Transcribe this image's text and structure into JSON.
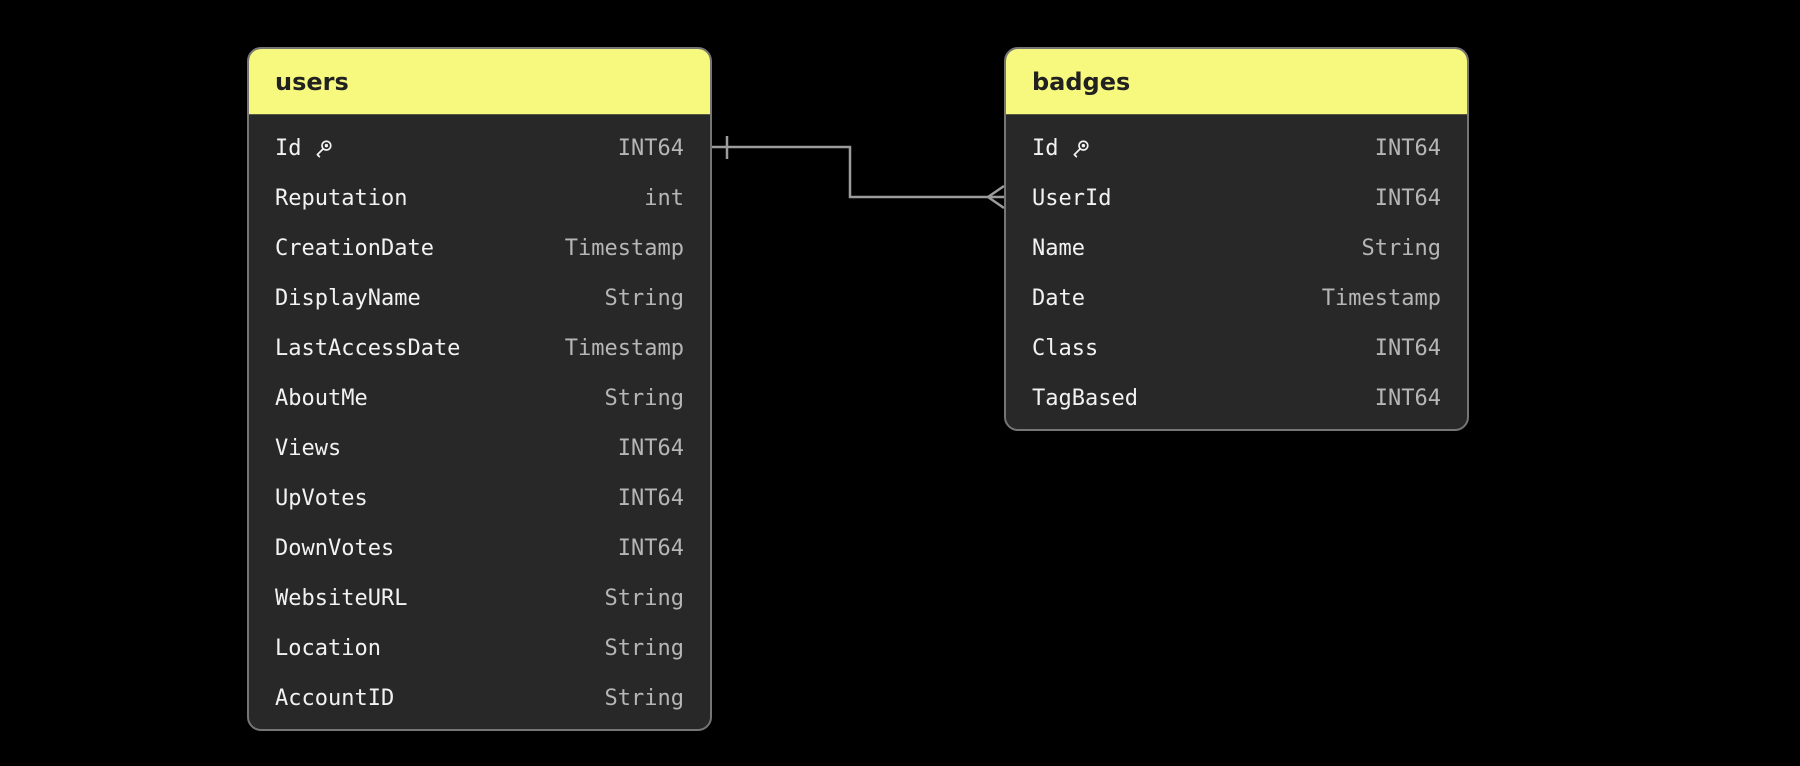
{
  "diagram": {
    "kind": "entity-relationship",
    "background": "#000000"
  },
  "colors": {
    "table_header_bg": "#f6f97d",
    "table_header_text": "#212121",
    "table_body_bg": "#282828",
    "table_border": "#757575",
    "field_name_text": "#f2f2f2",
    "field_type_text": "#b6b6b6",
    "connector_line": "#9c9c9c"
  },
  "tables": [
    {
      "name": "users",
      "fields": [
        {
          "name": "Id",
          "type": "INT64",
          "primary_key": true
        },
        {
          "name": "Reputation",
          "type": "int",
          "primary_key": false
        },
        {
          "name": "CreationDate",
          "type": "Timestamp",
          "primary_key": false
        },
        {
          "name": "DisplayName",
          "type": "String",
          "primary_key": false
        },
        {
          "name": "LastAccessDate",
          "type": "Timestamp",
          "primary_key": false
        },
        {
          "name": "AboutMe",
          "type": "String",
          "primary_key": false
        },
        {
          "name": "Views",
          "type": "INT64",
          "primary_key": false
        },
        {
          "name": "UpVotes",
          "type": "INT64",
          "primary_key": false
        },
        {
          "name": "DownVotes",
          "type": "INT64",
          "primary_key": false
        },
        {
          "name": "WebsiteURL",
          "type": "String",
          "primary_key": false
        },
        {
          "name": "Location",
          "type": "String",
          "primary_key": false
        },
        {
          "name": "AccountID",
          "type": "String",
          "primary_key": false
        }
      ]
    },
    {
      "name": "badges",
      "fields": [
        {
          "name": "Id",
          "type": "INT64",
          "primary_key": true
        },
        {
          "name": "UserId",
          "type": "INT64",
          "primary_key": false
        },
        {
          "name": "Name",
          "type": "String",
          "primary_key": false
        },
        {
          "name": "Date",
          "type": "Timestamp",
          "primary_key": false
        },
        {
          "name": "Class",
          "type": "INT64",
          "primary_key": false
        },
        {
          "name": "TagBased",
          "type": "INT64",
          "primary_key": false
        }
      ]
    }
  ],
  "relationships": [
    {
      "from_table": "users",
      "from_field": "Id",
      "to_table": "badges",
      "to_field": "UserId",
      "from_cardinality": "one",
      "to_cardinality": "many"
    }
  ],
  "icons": {
    "key_icon": "primary-key"
  }
}
